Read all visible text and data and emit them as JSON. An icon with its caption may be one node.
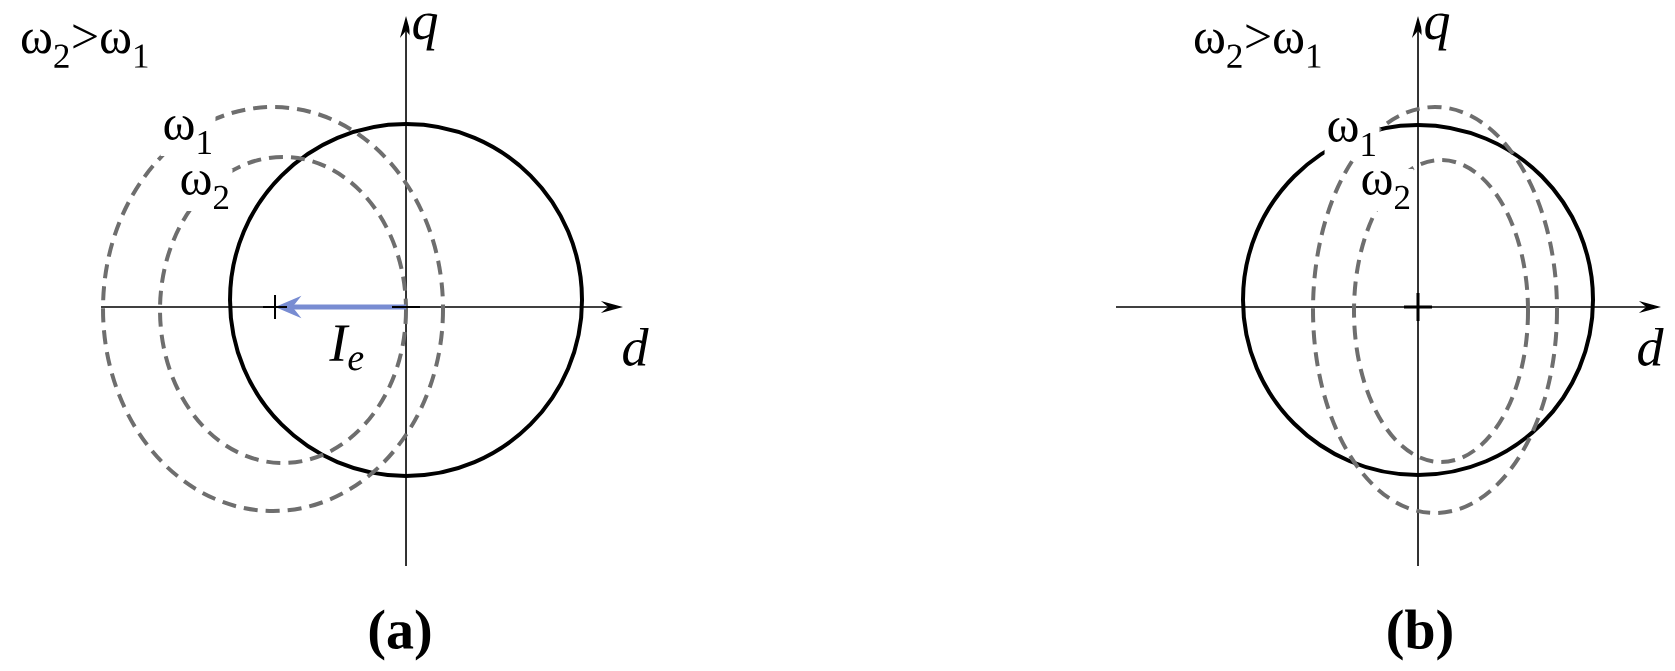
{
  "diagram": {
    "labels": [
      "ω$_{2}$>ω$_{1}$",
      "q",
      "ω$_{1}$",
      "ω$_{2}$",
      "I$_{e}$",
      "d",
      "(a)",
      "ω$_{2}$>ω$_{1}$",
      "q",
      "ω$_{1}$",
      "ω$_{2}$",
      "d",
      "(b)"
    ]
  }
}
